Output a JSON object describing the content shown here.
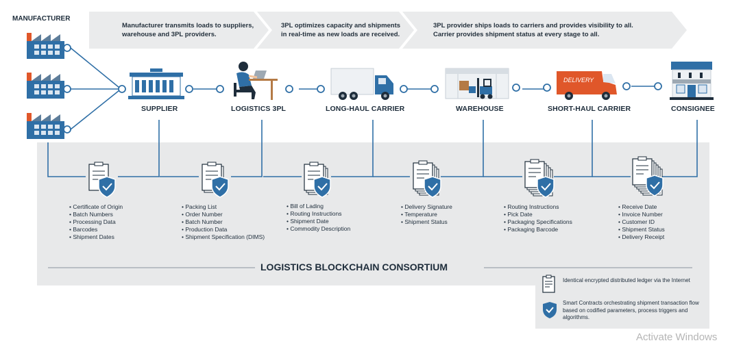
{
  "manufacturer_label": "MANUFACTURER",
  "steps": [
    {
      "text": "Manufacturer transmits loads to suppliers, warehouse and 3PL providers."
    },
    {
      "text": "3PL optimizes capacity and shipments in real-time as new loads are received."
    },
    {
      "text": "3PL provider ships loads to carriers and provides visibility to all. Carrier provides shipment status at every stage to all."
    }
  ],
  "nodes": [
    {
      "label": "SUPPLIER",
      "icon": "supplier-building-icon"
    },
    {
      "label": "LOGISTICS 3PL",
      "icon": "person-at-desk-icon"
    },
    {
      "label": "LONG-HAUL CARRIER",
      "icon": "truck-icon"
    },
    {
      "label": "WAREHOUSE",
      "icon": "warehouse-forklift-icon"
    },
    {
      "label": "SHORT-HAUL CARRIER",
      "icon": "delivery-van-icon"
    },
    {
      "label": "CONSIGNEE",
      "icon": "storefront-icon"
    }
  ],
  "van_text": "DELIVERY",
  "ledgers": [
    {
      "items": [
        "Certificate of Origin",
        "Batch Numbers",
        "Processing Data",
        "Barcodes",
        "Shipment Dates"
      ]
    },
    {
      "items": [
        "Packing List",
        "Order Number",
        "Batch Number",
        "Production Data",
        "Shipment Specification (DIMS)"
      ]
    },
    {
      "items": [
        "Bill of Lading",
        "Routing Instructions",
        "Shipment Date",
        "Commodity Description"
      ]
    },
    {
      "items": [
        "Delivery Signature",
        "Temperature",
        "Shipment Status"
      ]
    },
    {
      "items": [
        "Routing Instructions",
        "Pick Date",
        "Packaging Specifications",
        "Packaging Barcode"
      ]
    },
    {
      "items": [
        "Receive Date",
        "Invoice Number",
        "Customer ID",
        "Shipment Status",
        "Delivery Receipt"
      ]
    }
  ],
  "consortium_label": "LOGISTICS BLOCKCHAIN CONSORTIUM",
  "legend": [
    {
      "icon": "ledger-document-icon",
      "text": "Identical encrypted distributed ledger via the Internet"
    },
    {
      "icon": "shield-check-icon",
      "text": "Smart Contracts orchestrating shipment transaction flow based on codified parameters, process triggers and algorithms."
    }
  ],
  "watermark": "Activate Windows",
  "colors": {
    "accent": "#2f6fa6",
    "shield": "#2f6fa6",
    "panel": "#e8e9ea",
    "factory_roof": "#e0572a",
    "van": "#e0572a"
  }
}
